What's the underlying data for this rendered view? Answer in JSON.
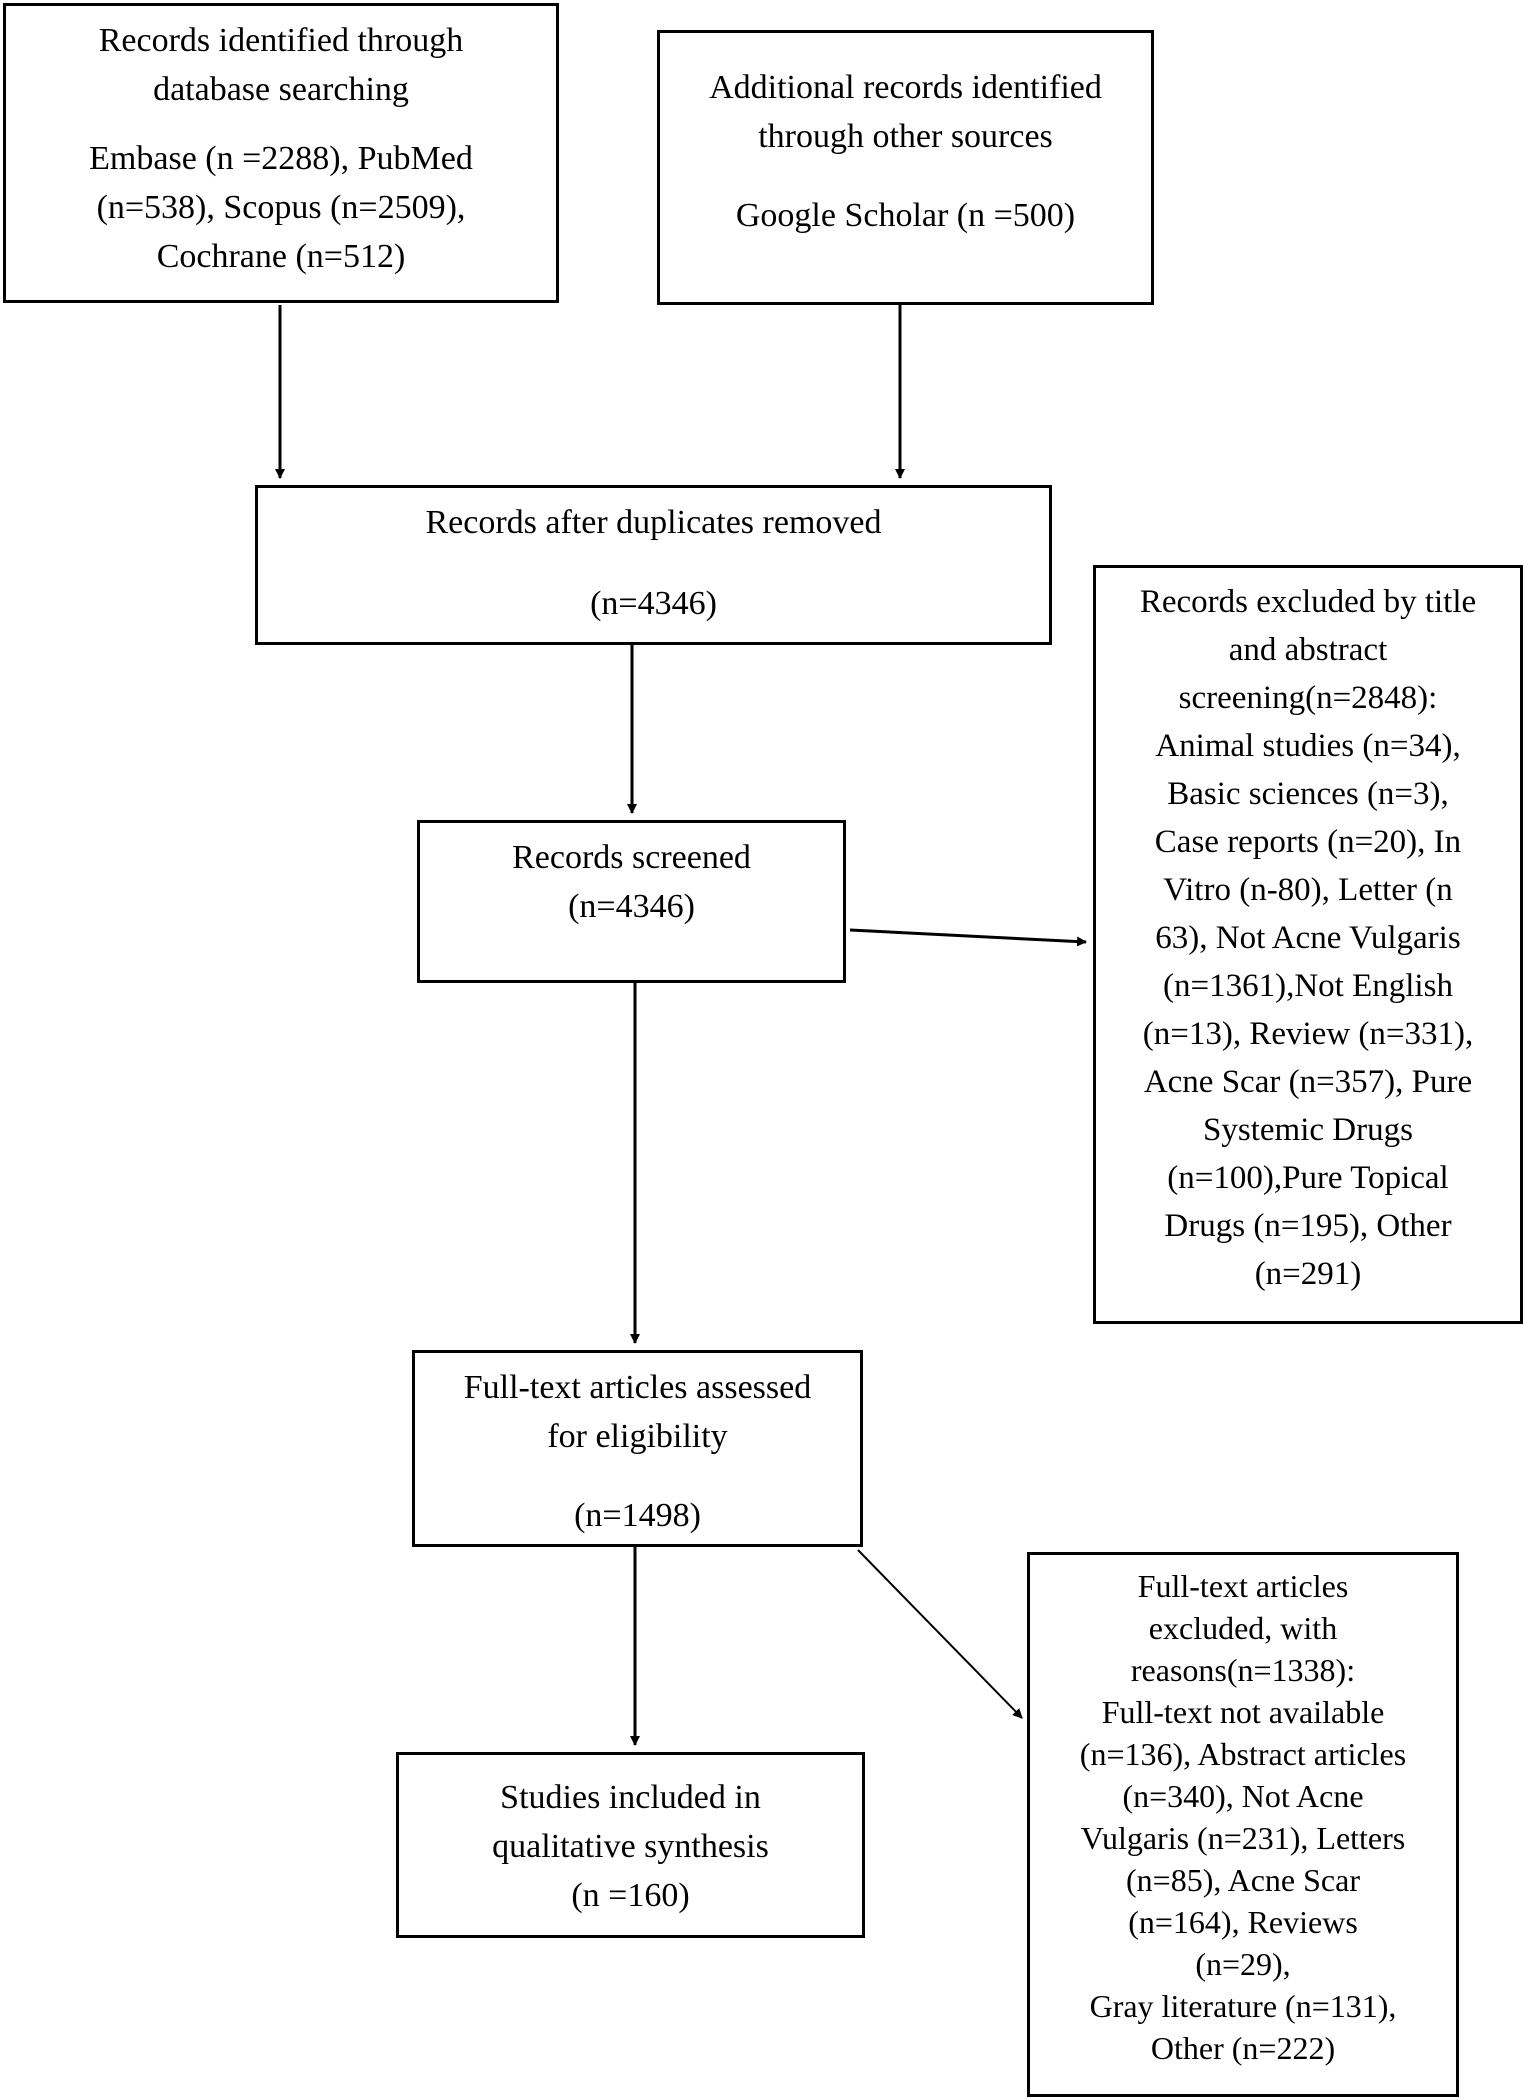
{
  "boxes": {
    "database": {
      "title": "Records identified through\ndatabase searching",
      "body": "Embase (n =2288), PubMed\n(n=538), Scopus (n=2509),\nCochrane (n=512)"
    },
    "other_sources": {
      "title": "Additional records identified\nthrough other sources",
      "body": "Google Scholar (n =500)"
    },
    "duplicates_removed": {
      "title": "Records after duplicates removed",
      "body": "(n=4346)"
    },
    "screened": {
      "title": "Records screened\n(n=4346)"
    },
    "excluded_title_abstract": {
      "text": "Records excluded by title\nand abstract\nscreening(n=2848):\nAnimal studies (n=34),\nBasic sciences (n=3),\nCase reports (n=20), In\nVitro (n-80), Letter (n\n63), Not Acne Vulgaris\n(n=1361),Not English\n(n=13), Review (n=331),\nAcne Scar (n=357), Pure\nSystemic Drugs\n(n=100),Pure Topical\nDrugs (n=195), Other\n(n=291)"
    },
    "full_text": {
      "title": "Full-text articles assessed\nfor eligibility",
      "body": "(n=1498)"
    },
    "included": {
      "text": "Studies included in\nqualitative synthesis\n(n =160)"
    },
    "excluded_full_text": {
      "text": "Full-text articles\nexcluded, with\nreasons(n=1338):\nFull-text not available\n(n=136), Abstract articles\n(n=340), Not Acne\nVulgaris (n=231), Letters\n(n=85), Acne Scar\n(n=164), Reviews\n(n=29),\nGray literature (n=131),\nOther (n=222)"
    }
  }
}
